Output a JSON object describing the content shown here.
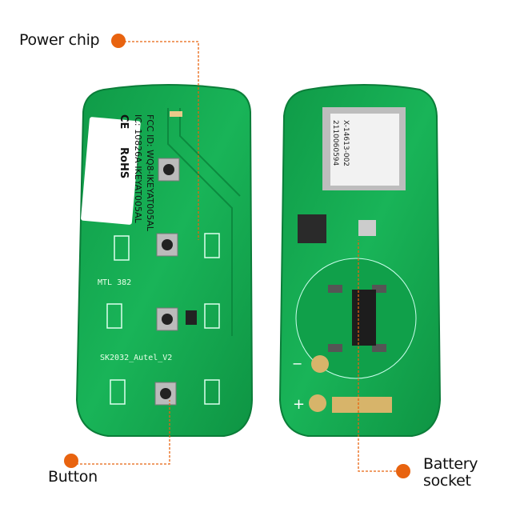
{
  "colors": {
    "accent": "#e8630f",
    "pcb": "#11a34c",
    "pcb_light": "#1fc163"
  },
  "callouts": {
    "power_chip": "Power chip",
    "button": "Button",
    "battery_socket_line1": "Battery",
    "battery_socket_line2": "socket"
  },
  "left_board": {
    "label_fcc": "FCC ID: WQ8-IKEYAT005AL",
    "label_ic": "IC: 10826A-IKEYAT005AL",
    "label_ce": "CE",
    "label_rohs": "RoHS",
    "silk_mtl": "MTL 382",
    "silk_model": "SK2032_Autel_V2"
  },
  "right_board": {
    "module_line1": "X-14613-002",
    "module_line2": "2110060594",
    "plus": "+",
    "minus": "−"
  }
}
